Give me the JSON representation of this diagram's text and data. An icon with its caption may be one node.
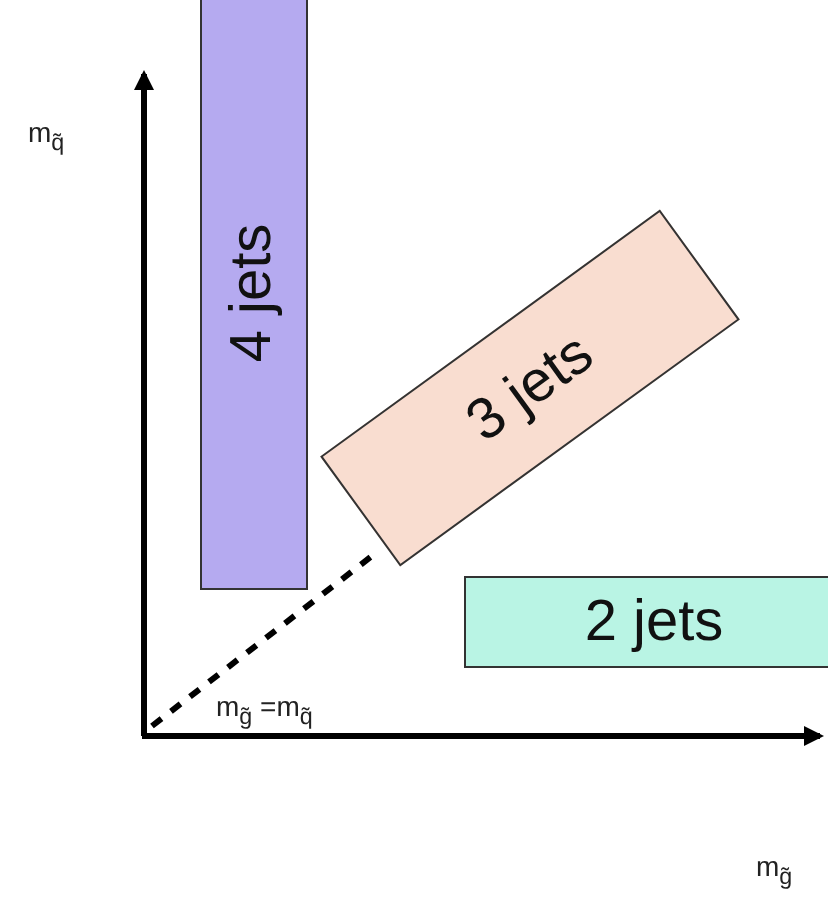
{
  "diagram": {
    "nodes": [
      {
        "text": [
          "4 jets"
        ]
      },
      {
        "text": [
          "3 jets"
        ]
      },
      {
        "text": [
          "2 jets"
        ]
      }
    ],
    "labels": [
      "m$_{q̃}$",
      "m$_{g̃}$ =m$_{q̃}$",
      "m$_{g̃}$"
    ]
  }
}
